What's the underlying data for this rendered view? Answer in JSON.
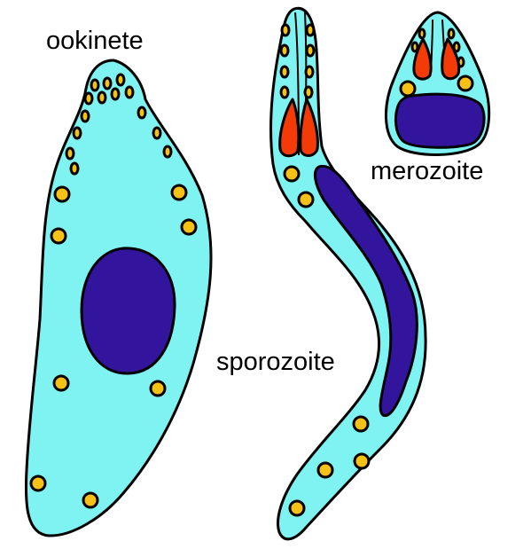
{
  "labels": {
    "ookinete": "ookinete",
    "sporozoite": "sporozoite",
    "merozoite": "merozoite"
  },
  "colors": {
    "cell_body": "#7ff2f2",
    "nucleus": "#33149c",
    "organelle_gold": "#f5c116",
    "rhoptry_red": "#f43a07",
    "outline": "#000000"
  }
}
